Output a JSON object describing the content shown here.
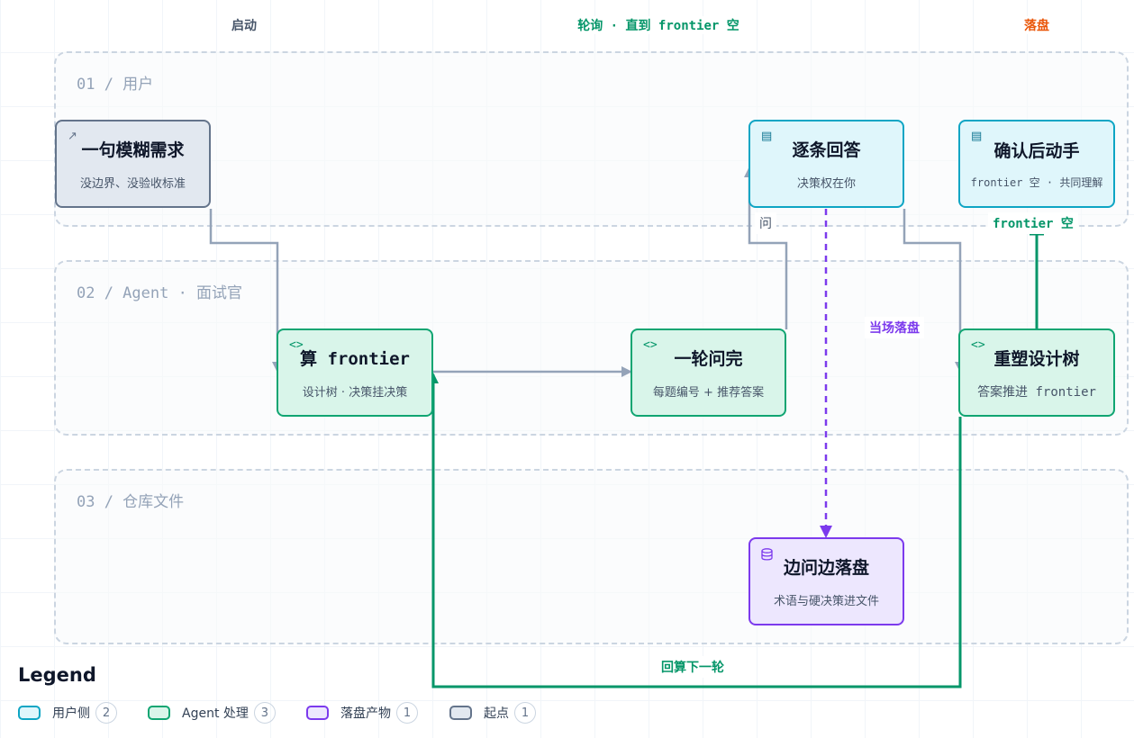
{
  "columns": {
    "start": "启动",
    "loop": "轮询 · 直到 frontier 空",
    "land": "落盘"
  },
  "lanes": [
    "01 / 用户",
    "02 / Agent · 面试官",
    "03 / 仓库文件"
  ],
  "nodes": {
    "vague_request": {
      "title": "一句模糊需求",
      "sub": "没边界、没验收标准",
      "icon": "external-link-icon"
    },
    "answer_each": {
      "title": "逐条回答",
      "sub": "决策权在你",
      "icon": "window-icon"
    },
    "confirm_start": {
      "title": "确认后动手",
      "sub": "frontier 空 · 共同理解",
      "icon": "window-icon"
    },
    "compute_frontier": {
      "title": "算 frontier",
      "sub": "设计树 · 决策挂决策",
      "icon": "code-brackets-icon"
    },
    "ask_round": {
      "title": "一轮问完",
      "sub": "每题编号 + 推荐答案",
      "icon": "code-brackets-icon"
    },
    "reshape_tree": {
      "title": "重塑设计树",
      "sub": "答案推进 frontier",
      "icon": "code-brackets-icon"
    },
    "record_as_asked": {
      "title": "边问边落盘",
      "sub": "术语与硬决策进文件",
      "icon": "database-icon"
    }
  },
  "edge_labels": {
    "ask": "问",
    "land_now": "当场落盘",
    "frontier_empty": "frontier 空",
    "next_round": "回算下一轮"
  },
  "legend": {
    "title": "Legend",
    "items": [
      {
        "label": "用户侧",
        "count": 2
      },
      {
        "label": "Agent 处理",
        "count": 3
      },
      {
        "label": "落盘产物",
        "count": 1
      },
      {
        "label": "起点",
        "count": 1
      }
    ]
  },
  "colors": {
    "user": "#0ea5c4",
    "agent": "#10a572",
    "file": "#7c3aed",
    "start": "#64748b",
    "edge_gray": "#94a3b8",
    "edge_green": "#059669",
    "edge_purple": "#7c3aed",
    "land_header": "#ea580c"
  }
}
